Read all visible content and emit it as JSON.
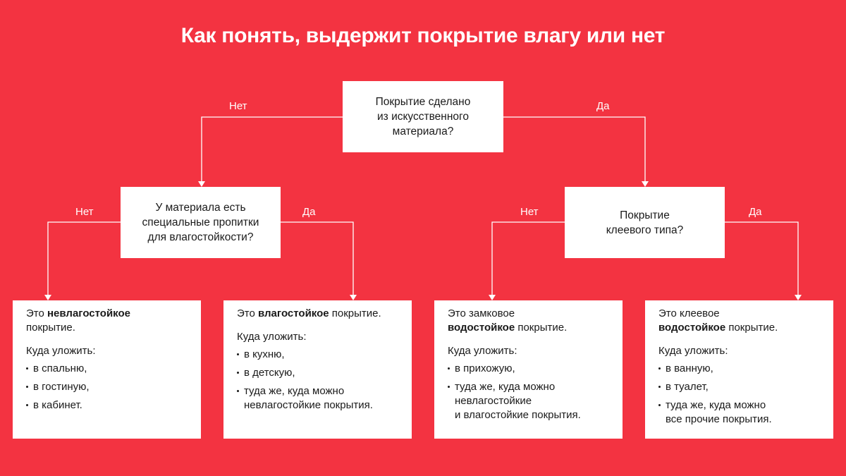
{
  "title": "Как понять, выдержит покрытие влагу или нет",
  "questions": {
    "root": "Покрытие сделано\nиз искусственного\nматериала?",
    "left": "У материала есть\nспециальные пропитки\nдля влагостойкости?",
    "right": "Покрытие\nклеевого типа?"
  },
  "edges": {
    "root_no": "Нет",
    "root_yes": "Да",
    "left_no": "Нет",
    "left_yes": "Да",
    "right_no": "Нет",
    "right_yes": "Да"
  },
  "results": [
    {
      "pre": "Это ",
      "bold": "невлагостойкое",
      "post": "\nпокрытие.",
      "where": "Куда уложить:",
      "items": [
        "в спальню,",
        "в гостиную,",
        "в кабинет."
      ]
    },
    {
      "pre": "Это ",
      "bold": "влагостойкое",
      "post": " покрытие.",
      "where": "Куда уложить:",
      "items": [
        "в кухню,",
        "в детскую,",
        "туда же, куда можно\nневлагостойкие покрытия."
      ]
    },
    {
      "pre": "Это замковое\n",
      "bold": "водостойкое",
      "post": " покрытие.",
      "where": "Куда уложить:",
      "items": [
        "в прихожую,",
        "туда же, куда можно\nневлагостойкие\nи влагостойкие покрытия."
      ]
    },
    {
      "pre": "Это клеевое\n",
      "bold": "водостойкое",
      "post": " покрытие.",
      "where": "Куда уложить:",
      "items": [
        "в ванную,",
        "в туалет,",
        "туда же, куда можно\nвсе прочие покрытия."
      ]
    }
  ],
  "colors": {
    "background": "#f33341",
    "box": "#ffffff",
    "text": "#1a1a1a"
  }
}
